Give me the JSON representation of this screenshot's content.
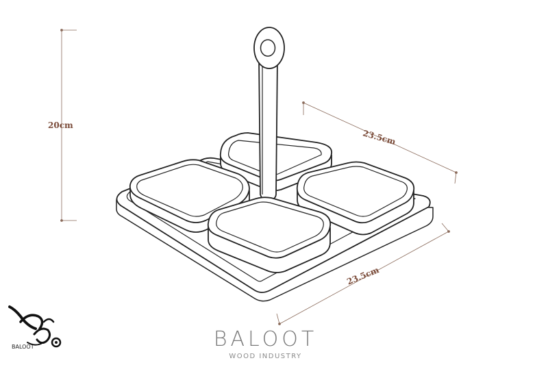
{
  "dimensions": {
    "height": "20cm",
    "depth": "23.5cm",
    "width": "23.5cm"
  },
  "brand": {
    "name": "BALOOT",
    "tagline": "WOOD INDUSTRY",
    "logo_caption": "BALOOT"
  },
  "colors": {
    "dimension_text": "#7a4a38",
    "dimension_line": "#8a6a5a",
    "drawing_stroke": "#222222",
    "brand_text": "#7a7a7a"
  }
}
